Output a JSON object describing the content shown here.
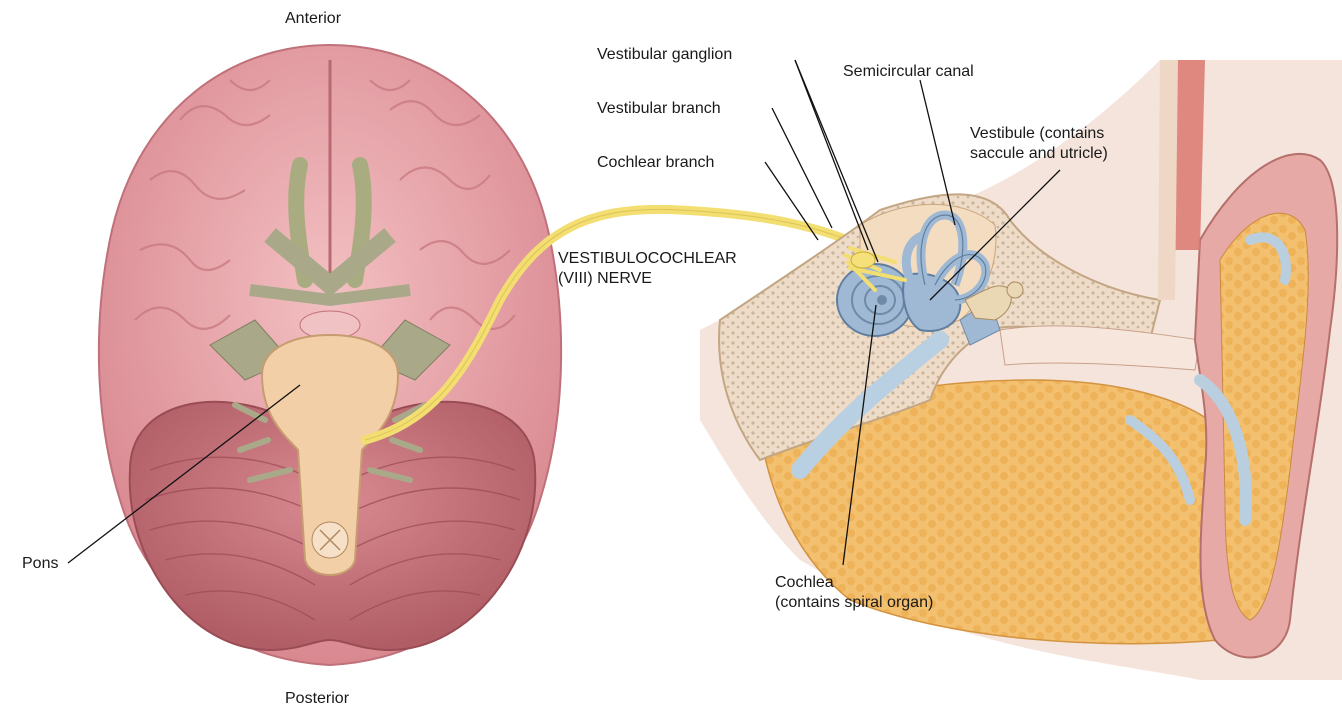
{
  "labels": {
    "anterior": "Anterior",
    "posterior": "Posterior",
    "pons": "Pons",
    "vestibular_ganglion": "Vestibular ganglion",
    "vestibular_branch": "Vestibular branch",
    "cochlear_branch": "Cochlear branch",
    "nerve_line1": "VESTIBULOCOCHLEAR",
    "nerve_line2": "(VIII) NERVE",
    "semicircular_canal": "Semicircular canal",
    "vestibule_line1": "Vestibule (contains",
    "vestibule_line2": "saccule and utricle)",
    "cochlea_line1": "Cochlea",
    "cochlea_line2": "(contains spiral organ)"
  },
  "colors": {
    "cerebrum": "#e9a5a8",
    "cerebellum": "#c7737a",
    "brainstem": "#f2cfa6",
    "nerves_gray": "#a9a98a",
    "nerve_yellow": "#f5e07a",
    "bone": "#f3dcc0",
    "inner_ear_blue": "#9fb9d4",
    "fat": "#f0b55c",
    "skin": "#e7a9a6"
  }
}
